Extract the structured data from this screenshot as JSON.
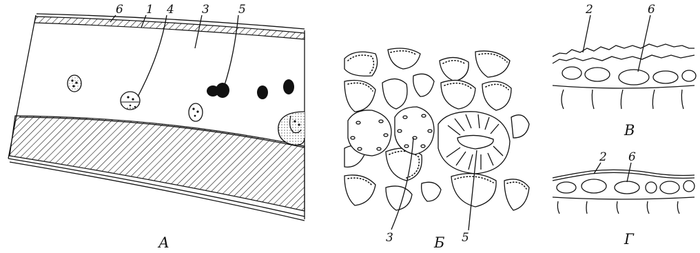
{
  "panels": {
    "A": {
      "label": "А",
      "callouts": [
        "6",
        "1",
        "4",
        "3",
        "5"
      ]
    },
    "B": {
      "label": "Б",
      "callouts": [
        "3",
        "5"
      ]
    },
    "V": {
      "label": "В",
      "callouts": [
        "2",
        "6"
      ]
    },
    "G": {
      "label": "Г",
      "callouts": [
        "2",
        "6"
      ]
    }
  },
  "colors": {
    "ink": "#111111",
    "paper": "#ffffff"
  }
}
